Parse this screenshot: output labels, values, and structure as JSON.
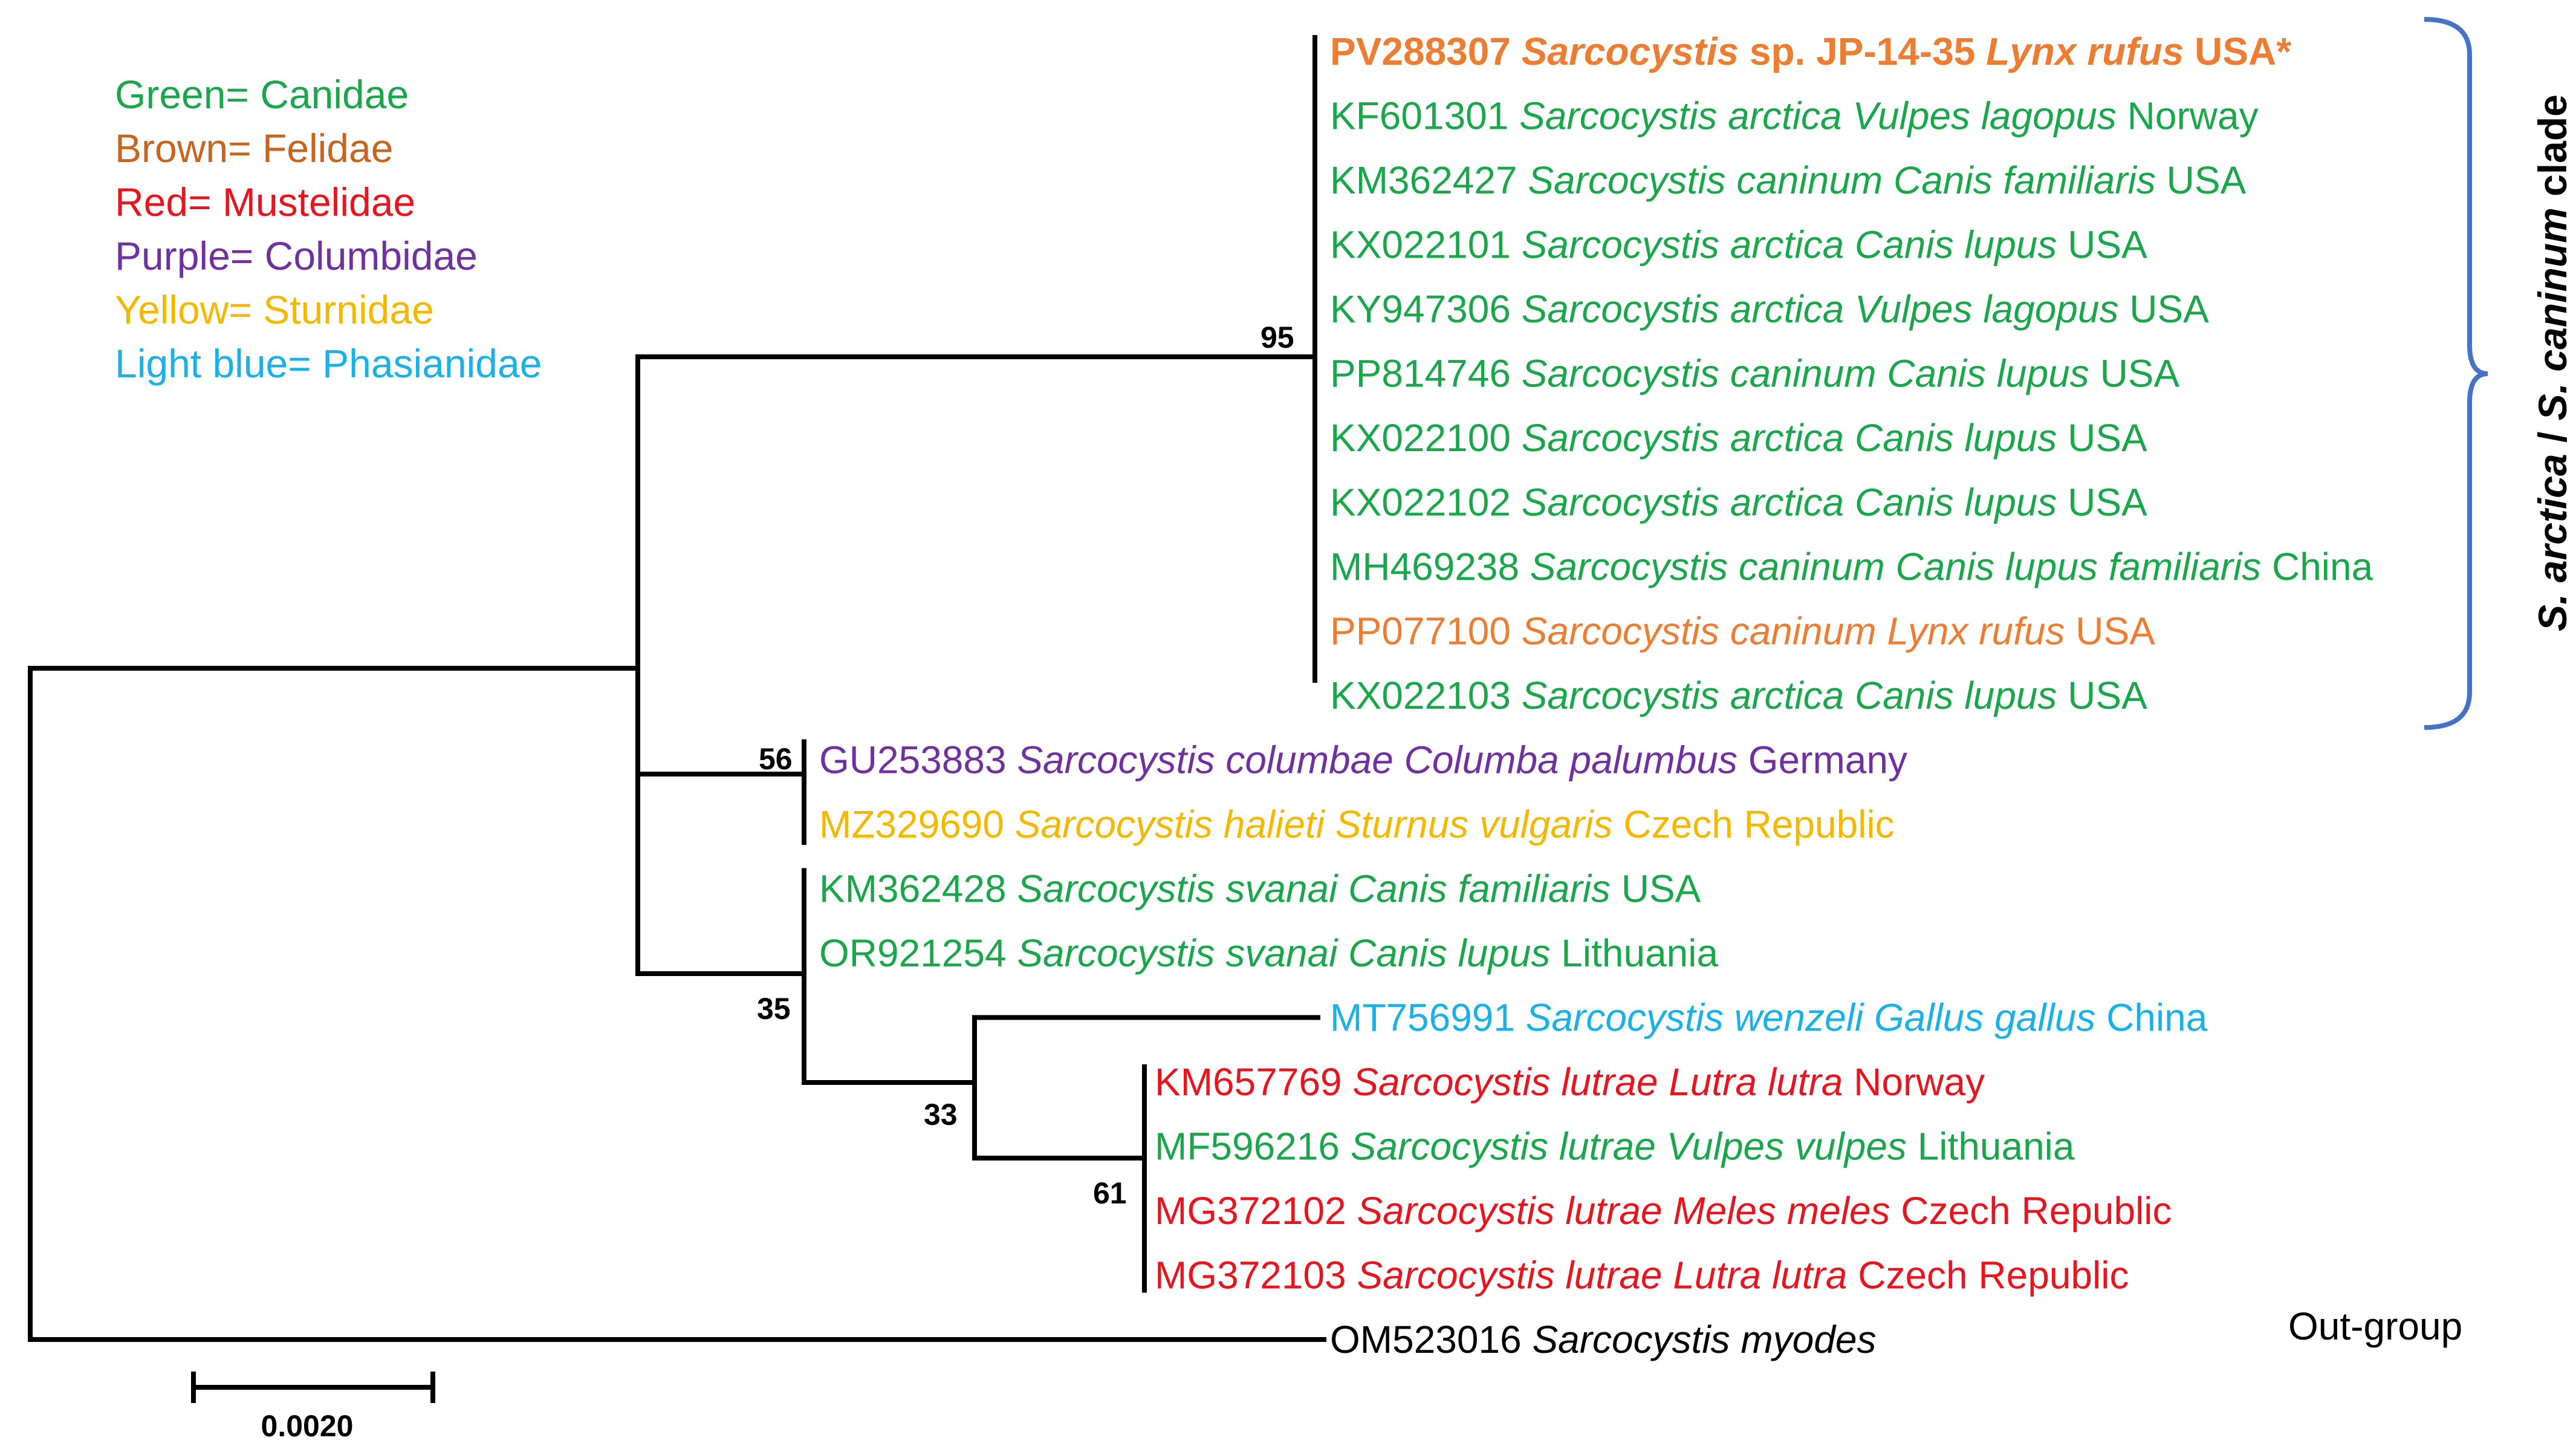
{
  "legend": [
    {
      "text": "Green= Canidae",
      "color": "#1aa64a"
    },
    {
      "text": "Brown= Felidae",
      "color": "#c8641e"
    },
    {
      "text": "Red= Mustelidae",
      "color": "#e8141e"
    },
    {
      "text": "Purple= Columbidae",
      "color": "#7030a0"
    },
    {
      "text": "Yellow= Sturnidae",
      "color": "#f5b800"
    },
    {
      "text": "Light blue= Phasianidae",
      "color": "#1ab0e8"
    }
  ],
  "colors": {
    "canidae": "#1aa64a",
    "felidae_highlight": "#ec7d32",
    "mustelidae": "#e8141e",
    "columbidae": "#7030a0",
    "sturnidae": "#f5b800",
    "phasianidae": "#1ab0e8",
    "outgroup": "#000000",
    "bracket": "#4472c4",
    "branches": "#000000"
  },
  "leaves": [
    {
      "acc": "PV288307",
      "species": "Sarcocystis",
      "extra": "sp. JP-14-35",
      "host": "Lynx rufus",
      "country": "USA*",
      "colorKey": "felidae_highlight",
      "bold": true
    },
    {
      "acc": "KF601301",
      "species": "Sarcocystis arctica",
      "extra": "",
      "host": "Vulpes lagopus",
      "country": "Norway",
      "colorKey": "canidae",
      "bold": false
    },
    {
      "acc": "KM362427",
      "species": "Sarcocystis caninum",
      "extra": "",
      "host": "Canis familiaris",
      "country": "USA",
      "colorKey": "canidae",
      "bold": false
    },
    {
      "acc": "KX022101",
      "species": "Sarcocystis arctica",
      "extra": "",
      "host": "Canis lupus",
      "country": "USA",
      "colorKey": "canidae",
      "bold": false
    },
    {
      "acc": "KY947306",
      "species": "Sarcocystis arctica",
      "extra": "",
      "host": "Vulpes lagopus",
      "country": "USA",
      "colorKey": "canidae",
      "bold": false
    },
    {
      "acc": "PP814746",
      "species": "Sarcocystis caninum",
      "extra": "",
      "host": "Canis lupus",
      "country": "USA",
      "colorKey": "canidae",
      "bold": false
    },
    {
      "acc": "KX022100",
      "species": "Sarcocystis arctica",
      "extra": "",
      "host": "Canis lupus",
      "country": "USA",
      "colorKey": "canidae",
      "bold": false
    },
    {
      "acc": "KX022102",
      "species": "Sarcocystis arctica",
      "extra": "",
      "host": "Canis lupus",
      "country": "USA",
      "colorKey": "canidae",
      "bold": false
    },
    {
      "acc": "MH469238",
      "species": "Sarcocystis caninum",
      "extra": "",
      "host": "Canis lupus familiaris",
      "country": "China",
      "colorKey": "canidae",
      "bold": false
    },
    {
      "acc": "PP077100",
      "species": "Sarcocystis caninum",
      "extra": "",
      "host": "Lynx rufus",
      "country": "USA",
      "colorKey": "felidae_highlight",
      "bold": false
    },
    {
      "acc": "KX022103",
      "species": "Sarcocystis arctica",
      "extra": "",
      "host": "Canis lupus",
      "country": "USA",
      "colorKey": "canidae",
      "bold": false
    },
    {
      "acc": "GU253883",
      "species": "Sarcocystis columbae",
      "extra": "",
      "host": "Columba palumbus",
      "country": "Germany",
      "colorKey": "columbidae",
      "bold": false
    },
    {
      "acc": "MZ329690",
      "species": "Sarcocystis halieti",
      "extra": "",
      "host": "Sturnus vulgaris",
      "country": "Czech Republic",
      "colorKey": "sturnidae",
      "bold": false
    },
    {
      "acc": "KM362428",
      "species": "Sarcocystis svanai",
      "extra": "",
      "host": "Canis familiaris",
      "country": "USA",
      "colorKey": "canidae",
      "bold": false
    },
    {
      "acc": "OR921254",
      "species": "Sarcocystis svanai",
      "extra": "",
      "host": "Canis lupus",
      "country": "Lithuania",
      "colorKey": "canidae",
      "bold": false
    },
    {
      "acc": "MT756991",
      "species": "Sarcocystis wenzeli",
      "extra": "",
      "host": "Gallus gallus",
      "country": "China",
      "colorKey": "phasianidae",
      "bold": false
    },
    {
      "acc": "KM657769",
      "species": "Sarcocystis lutrae",
      "extra": "",
      "host": "Lutra lutra",
      "country": "Norway",
      "colorKey": "mustelidae",
      "bold": false
    },
    {
      "acc": "MF596216",
      "species": "Sarcocystis lutrae",
      "extra": "",
      "host": "Vulpes vulpes",
      "country": "Lithuania",
      "colorKey": "canidae",
      "bold": false
    },
    {
      "acc": "MG372102",
      "species": "Sarcocystis lutrae",
      "extra": "",
      "host": "Meles meles",
      "country": "Czech Republic",
      "colorKey": "mustelidae",
      "bold": false
    },
    {
      "acc": "MG372103",
      "species": "Sarcocystis lutrae",
      "extra": "",
      "host": "Lutra lutra",
      "country": "Czech Republic",
      "colorKey": "mustelidae",
      "bold": false
    },
    {
      "acc": "OM523016",
      "species": "Sarcocystis myodes",
      "extra": "",
      "host": "",
      "country": "",
      "colorKey": "outgroup",
      "bold": false
    }
  ],
  "bootstraps": {
    "clade_main": "95",
    "clade_col_stur": "56",
    "clade_svanai": "35",
    "clade_wenzeli_lutrae": "33",
    "clade_lutrae": "61"
  },
  "outgroup_label": "Out-group",
  "clade_label": {
    "part1": "S. arctica",
    "sep": " / ",
    "part2": "S. caninum",
    "suffix": " clade"
  },
  "scale_bar": {
    "label": "0.0020"
  }
}
